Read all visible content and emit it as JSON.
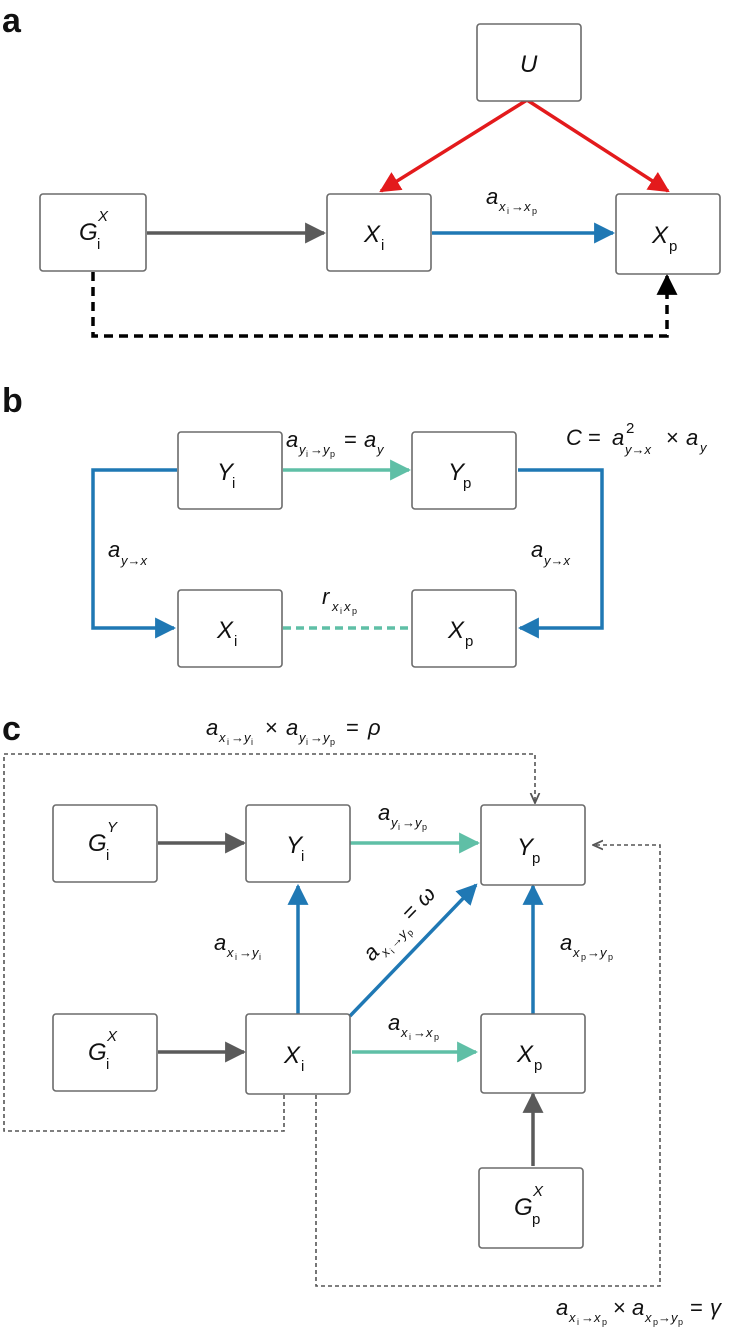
{
  "colors": {
    "causal_blue": "#1f78b4",
    "confounder_red": "#e31a1c",
    "genetic_grey": "#5a5a5a",
    "teal": "#5fbfa6",
    "dashed_black": "#000000",
    "dotted_grey": "#555555",
    "node_border": "#6b6b6b"
  },
  "panels": [
    {
      "letter": "a",
      "nodes": [
        {
          "id": "U",
          "var": "U",
          "sub": "",
          "sup": ""
        },
        {
          "id": "Gx_i",
          "var": "G",
          "sub": "i",
          "sup": "X"
        },
        {
          "id": "X_i",
          "var": "X",
          "sub": "i",
          "sup": ""
        },
        {
          "id": "X_p",
          "var": "X",
          "sub": "p",
          "sup": ""
        }
      ],
      "edge_label": {
        "base": "a",
        "sub": "x",
        "sub2a": "i",
        "arrow": "→",
        "sub3": "x",
        "sub4": "p"
      }
    },
    {
      "letter": "b",
      "nodes": [
        {
          "id": "Y_i",
          "var": "Y",
          "sub": "i",
          "sup": ""
        },
        {
          "id": "Y_p",
          "var": "Y",
          "sub": "p",
          "sup": ""
        },
        {
          "id": "X_i",
          "var": "X",
          "sub": "i",
          "sup": ""
        },
        {
          "id": "X_p",
          "var": "X",
          "sub": "p",
          "sup": ""
        }
      ],
      "formula": {
        "lhs": "C",
        "eq": "=",
        "a": "a",
        "sq": "2",
        "sub_yx": "y→x",
        "times": "×",
        "a2": "a",
        "sub_y": "y"
      },
      "label_top": {
        "a": "a",
        "sub": "y",
        "sub_i": "i",
        "arrow": "→",
        "sub2": "y",
        "sub_p": "p",
        "eq": "=",
        "a2": "a",
        "sub3": "y"
      },
      "label_left": {
        "a": "a",
        "sub": "y→x"
      },
      "label_right": {
        "a": "a",
        "sub": "y→x"
      },
      "label_bottom": {
        "r": "r",
        "sub1": "x",
        "sub1i": "i",
        "sub2": "x",
        "sub2p": "p"
      }
    },
    {
      "letter": "c",
      "nodes": [
        {
          "id": "Gy_i",
          "var": "G",
          "sub": "i",
          "sup": "Y"
        },
        {
          "id": "Y_i",
          "var": "Y",
          "sub": "i",
          "sup": ""
        },
        {
          "id": "Y_p",
          "var": "Y",
          "sub": "p",
          "sup": ""
        },
        {
          "id": "Gx_i",
          "var": "G",
          "sub": "i",
          "sup": "X"
        },
        {
          "id": "X_i",
          "var": "X",
          "sub": "i",
          "sup": ""
        },
        {
          "id": "X_p",
          "var": "X",
          "sub": "p",
          "sup": ""
        },
        {
          "id": "Gx_p",
          "var": "G",
          "sub": "p",
          "sup": "X"
        }
      ],
      "rho_label": {
        "a1": "a",
        "s1": "x",
        "s1i": "i",
        "arr": "→",
        "s2": "y",
        "s2i": "i",
        "times": "×",
        "a2": "a",
        "s3": "y",
        "s3i": "i",
        "s4": "y",
        "s4p": "p",
        "eq": "=",
        "rho": "ρ"
      },
      "gamma_label": {
        "a1": "a",
        "s1": "x",
        "s1i": "i",
        "arr": "→",
        "s2": "x",
        "s2p": "p",
        "times": "×",
        "a2": "a",
        "s3": "x",
        "s3p": "p",
        "s4": "y",
        "s4p": "p",
        "eq": "=",
        "gamma": "γ"
      },
      "lbl_yiyp": {
        "a": "a",
        "s1": "y",
        "s1i": "i",
        "arr": "→",
        "s2": "y",
        "s2p": "p"
      },
      "lbl_xiyi": {
        "a": "a",
        "s1": "x",
        "s1i": "i",
        "arr": "→",
        "s2": "y",
        "s2i": "i"
      },
      "lbl_xixp": {
        "a": "a",
        "s1": "x",
        "s1i": "i",
        "arr": "→",
        "s2": "x",
        "s2p": "p"
      },
      "lbl_xpyp": {
        "a": "a",
        "s1": "x",
        "s1p": "p",
        "arr": "→",
        "s2": "y",
        "s2p": "p"
      },
      "lbl_omega": {
        "a": "a",
        "s1": "x",
        "s1i": "i",
        "arr": "→",
        "s2": "y",
        "s2p": "p",
        "eq": "=",
        "omega": "ω"
      }
    }
  ]
}
